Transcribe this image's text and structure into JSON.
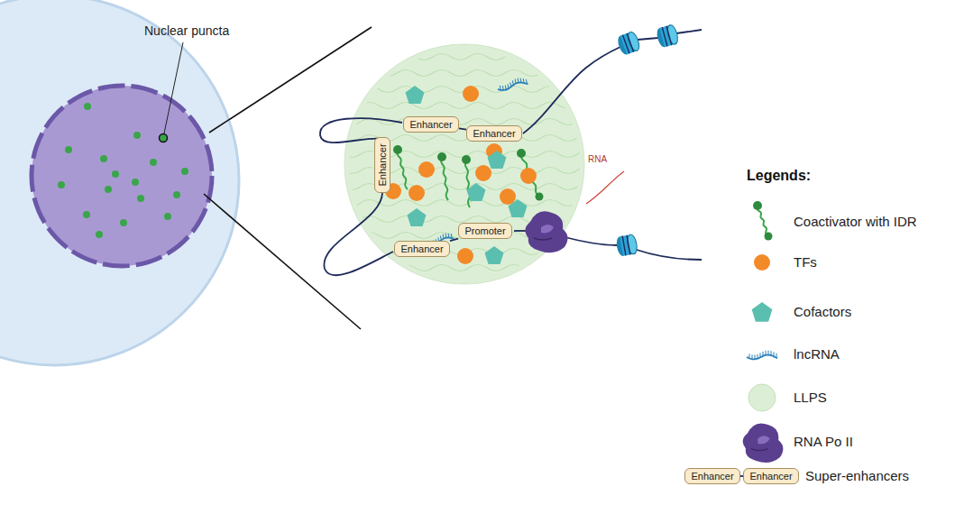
{
  "diagram": {
    "nodes": [
      {
        "text": [
          "Enhancer"
        ]
      },
      {
        "text": [
          "Enhancer"
        ]
      },
      {
        "text": [
          "Enhancer"
        ]
      },
      {
        "text": [
          "Enhancer"
        ]
      },
      {
        "text": [
          "Promoter"
        ]
      },
      {
        "text": [
          "Enhancer"
        ]
      },
      {
        "text": [
          "Enhancer"
        ]
      }
    ],
    "edges": [
      {
        "from": 0,
        "to": 1,
        "arrow": "none"
      },
      {
        "from": 3,
        "to": 4,
        "arrow": "none"
      },
      {
        "from": 5,
        "to": 6,
        "arrow": "none"
      }
    ],
    "labels": [
      "Nuclear puncta",
      "RNA",
      "Legends:"
    ],
    "legend": [
      {
        "text": "Coactivator with IDR"
      },
      {
        "text": "TFs",
        "color": "#f28a28"
      },
      {
        "text": "Cofactors"
      },
      {
        "text": "lncRNA"
      },
      {
        "text": "LLPS",
        "color": "#dcefd6"
      },
      {
        "text": "RNA Po II"
      },
      {
        "text": "Super-enhancers"
      }
    ]
  }
}
